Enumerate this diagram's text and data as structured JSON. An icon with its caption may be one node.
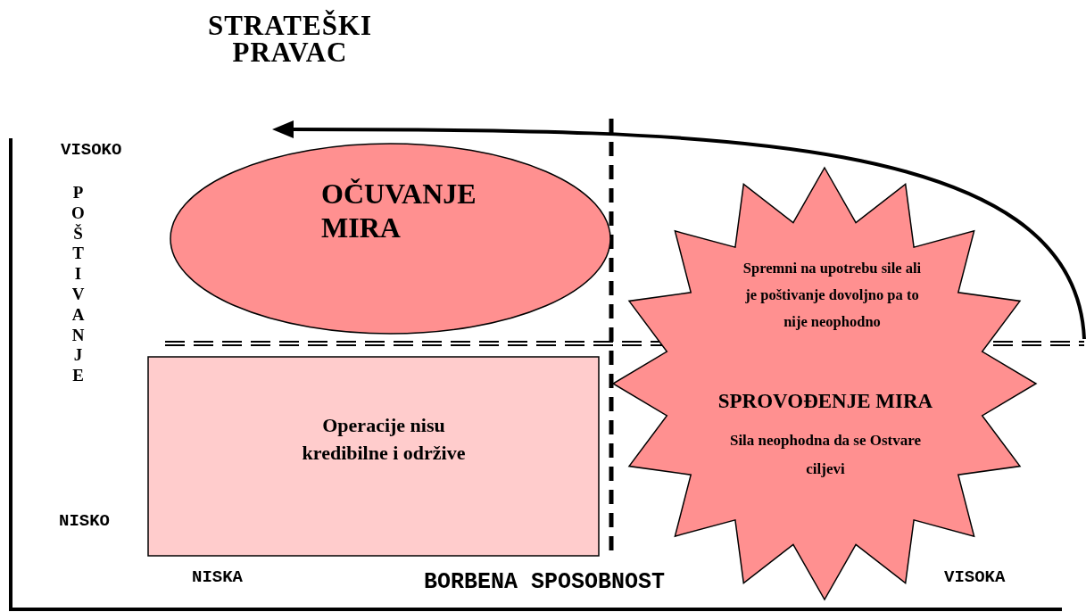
{
  "diagram": {
    "title": "STRATEŠKI PRAVAC",
    "nodes": [
      {
        "text": [
          "OČUVANJE MIRA"
        ]
      },
      {
        "text": [
          "Operacije nisu kredibilne i održive"
        ]
      },
      {
        "text": [
          "Spremni na upotrebu sile ali je poštivanje dovoljno pa to nije neophodno",
          "SPROVOĐENJE MIRA",
          "Sila neophodna da se Ostvare ciljevi"
        ]
      }
    ],
    "edges": [],
    "labels": [
      "VISOKO",
      "POŠTIVANJE",
      "NISKO",
      "NISKA",
      "BORBENA SPOSOBNOST",
      "VISOKA"
    ]
  }
}
